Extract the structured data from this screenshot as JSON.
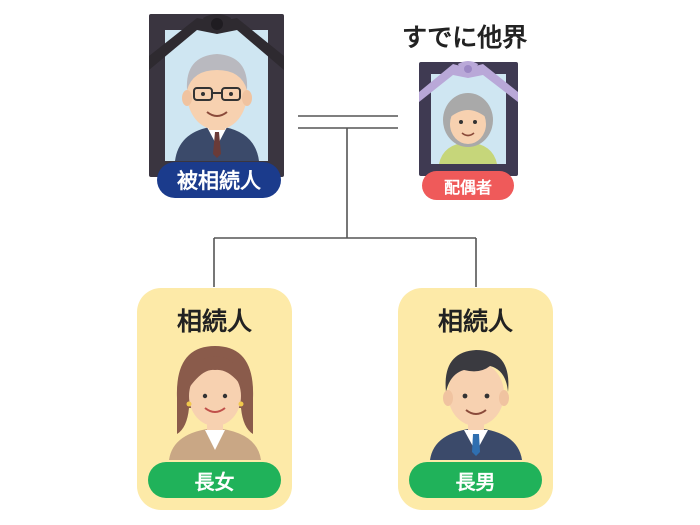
{
  "colors": {
    "frame": "#3a3540",
    "frame_small": "#3f3a52",
    "ribbon": "#2e2a30",
    "ribbon_small": "#b9a8d8",
    "portrait_bg": "#cfe6f2",
    "navy": "#1b3b8c",
    "red": "#ef5a5a",
    "green": "#20b25a",
    "card_bg": "#fdeaa8",
    "line": "#555555"
  },
  "decedent": {
    "label": "被相続人"
  },
  "spouse": {
    "status": "すでに他界",
    "label": "配偶者"
  },
  "children": [
    {
      "title": "相続人",
      "label": "長女"
    },
    {
      "title": "相続人",
      "label": "長男"
    }
  ]
}
